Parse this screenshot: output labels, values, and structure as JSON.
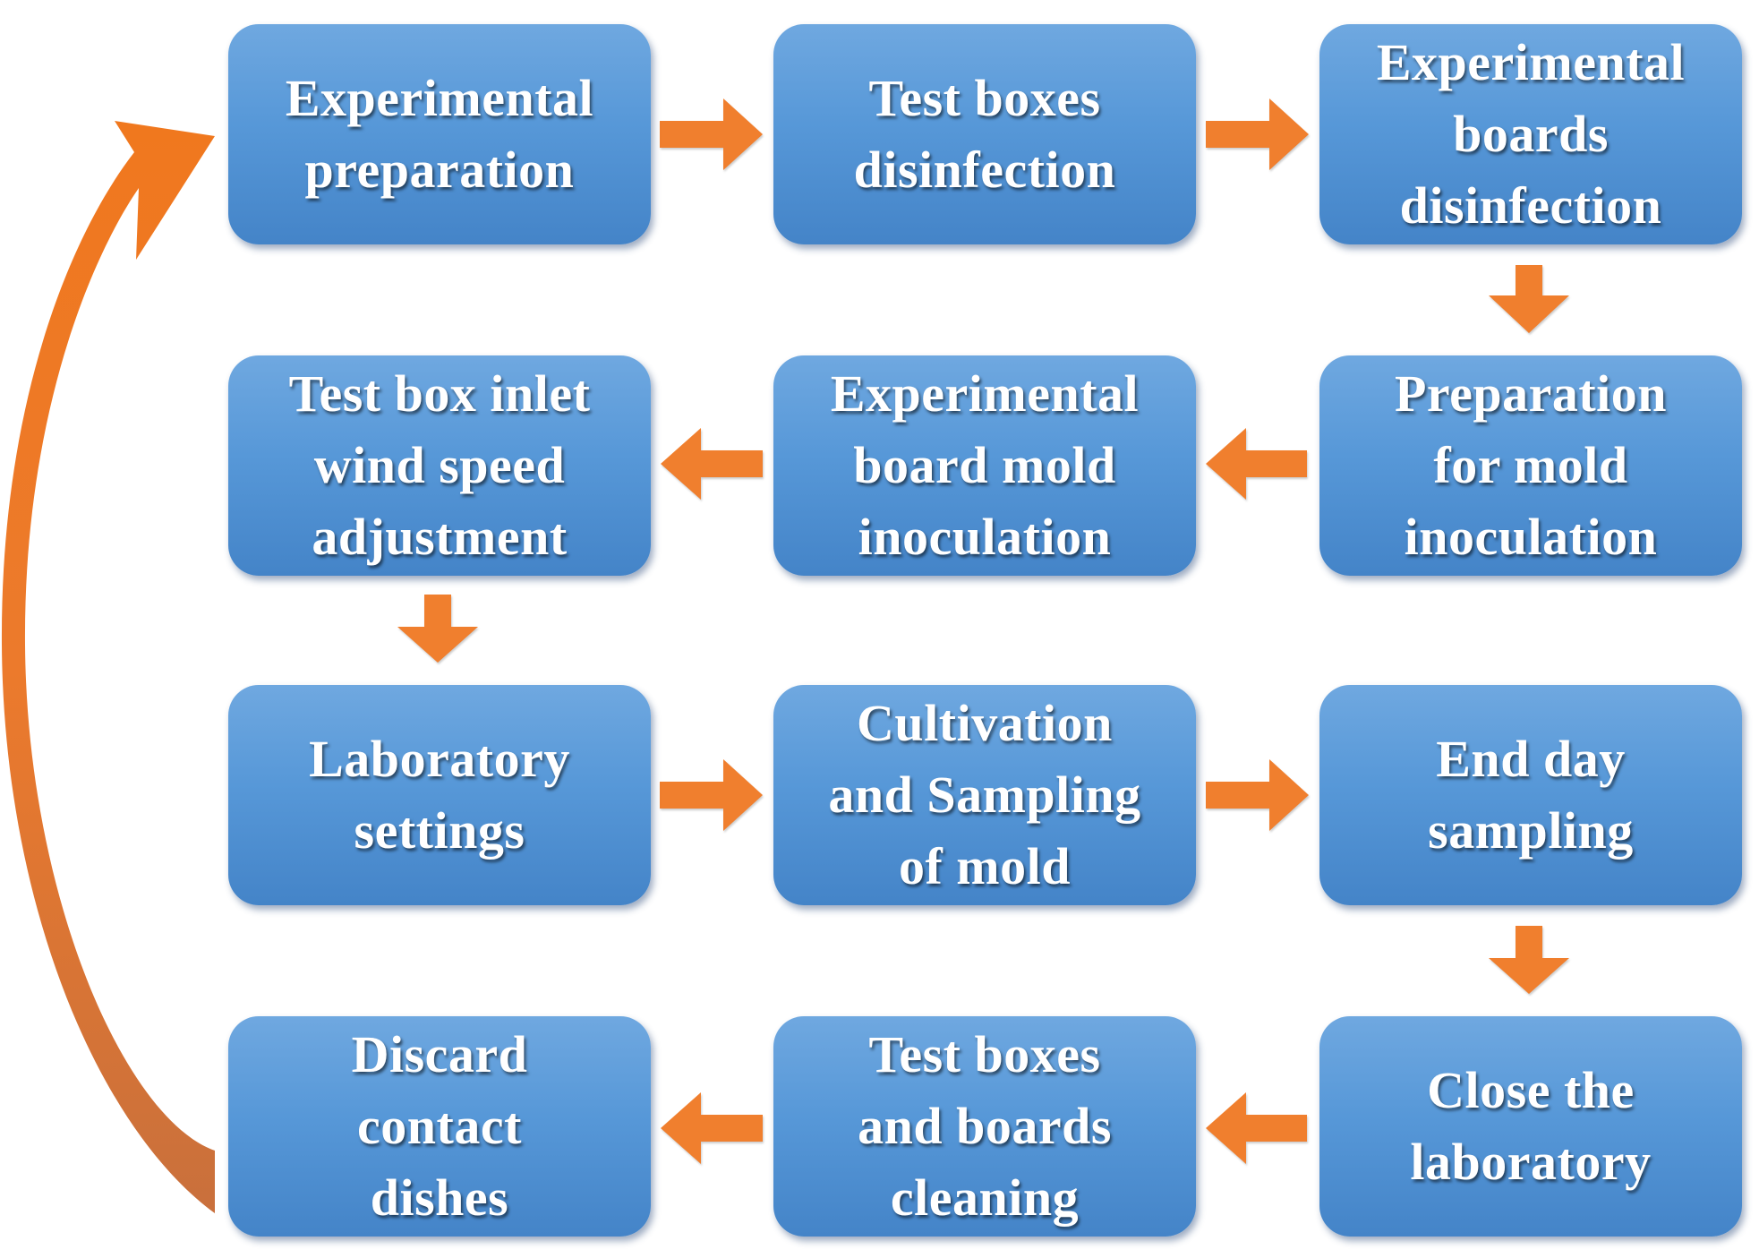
{
  "diagram": {
    "steps": [
      {
        "label": "Experimental\npreparation"
      },
      {
        "label": "Test boxes\ndisinfection"
      },
      {
        "label": "Experimental\nboards\ndisinfection"
      },
      {
        "label": "Preparation\nfor mold\ninoculation"
      },
      {
        "label": "Experimental\nboard mold\ninoculation"
      },
      {
        "label": "Test box inlet\nwind speed\nadjustment"
      },
      {
        "label": "Laboratory\nsettings"
      },
      {
        "label": "Cultivation\nand Sampling\nof mold"
      },
      {
        "label": "End day\nsampling"
      },
      {
        "label": "Close the\nlaboratory"
      },
      {
        "label": "Test boxes\nand boards\ncleaning"
      },
      {
        "label": "Discard\ncontact\ndishes"
      }
    ],
    "colors": {
      "box": "#5798d8",
      "arrow": "#f07f2e",
      "loop_arrow": "#e8732a",
      "text": "#ffffff"
    }
  }
}
